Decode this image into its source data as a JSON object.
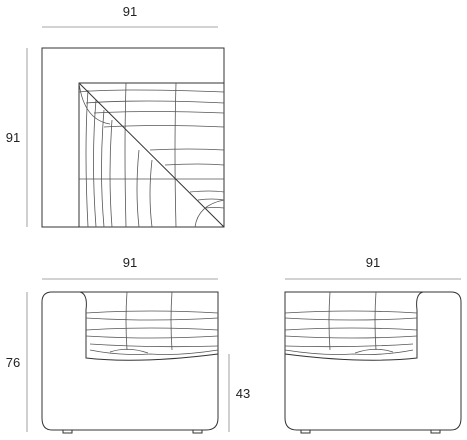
{
  "dimensions": {
    "top_width": "91",
    "top_depth": "91",
    "front_width": "91",
    "back_width": "91",
    "height": "76",
    "seat_height": "43"
  }
}
